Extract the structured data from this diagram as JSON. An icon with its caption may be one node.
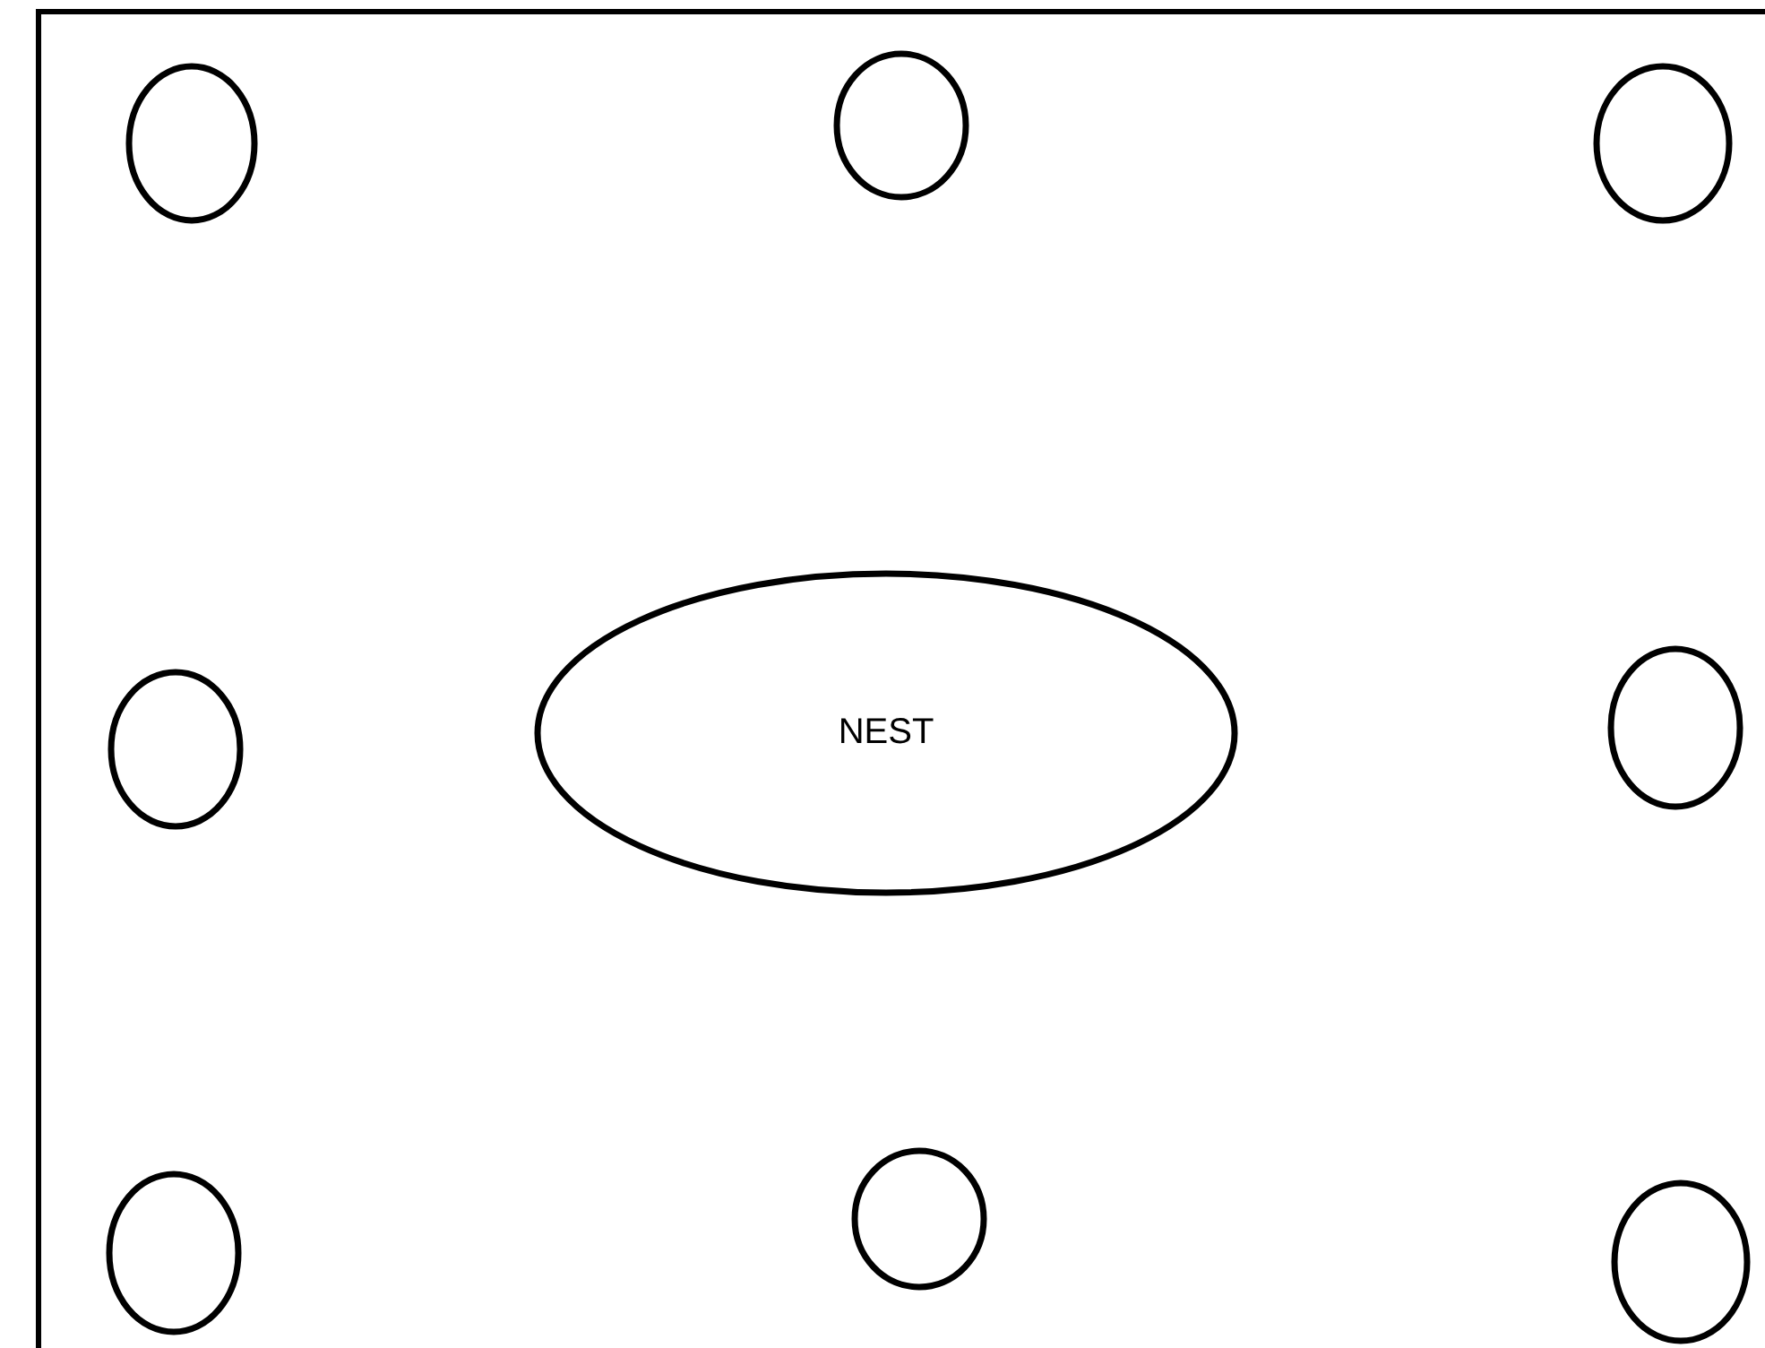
{
  "diagram": {
    "nodes": [
      {
        "text": [],
        "shape": "box"
      },
      {
        "text": [],
        "shape": "circle",
        "in": 0
      },
      {
        "text": [],
        "shape": "circle",
        "in": 0
      },
      {
        "text": [],
        "shape": "circle",
        "in": 0
      },
      {
        "text": [],
        "shape": "circle",
        "in": 0
      },
      {
        "text": [
          "NEST"
        ],
        "in": 0
      },
      {
        "text": [],
        "shape": "circle",
        "in": 0
      },
      {
        "text": [],
        "shape": "circle",
        "in": 0
      },
      {
        "text": [],
        "shape": "circle",
        "in": 0
      },
      {
        "text": [],
        "shape": "circle",
        "in": 0
      }
    ]
  }
}
